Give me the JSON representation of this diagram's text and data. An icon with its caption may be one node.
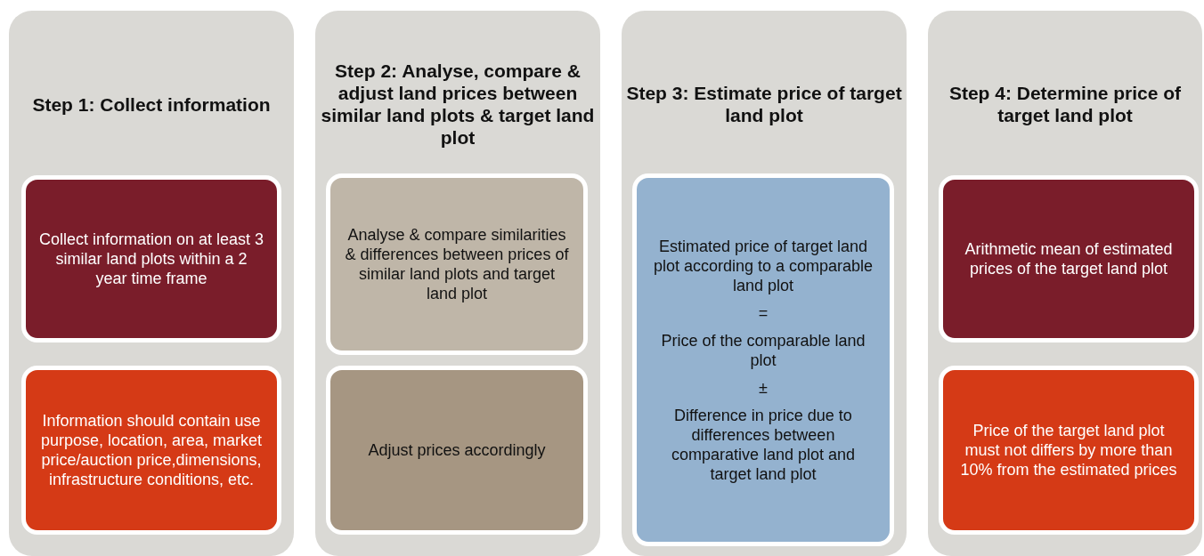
{
  "diagram": {
    "nodes": [
      {
        "text": [
          "Step 1: Collect information"
        ]
      },
      {
        "text": [
          "Collect information on at least 3 similar land plots within a 2 year time frame"
        ],
        "in": 0
      },
      {
        "text": [
          "Information should contain use purpose, location, area, market price/auction price,dimensions, infrastructure conditions, etc."
        ],
        "in": 0
      },
      {
        "text": [
          "Step 2: Analyse, compare & adjust land prices between similar land plots & target land plot"
        ]
      },
      {
        "text": [
          "Analyse & compare similarities & differences between prices of similar land plots and target land plot"
        ],
        "in": 3
      },
      {
        "text": [
          "Adjust prices accordingly"
        ],
        "in": 3
      },
      {
        "text": [
          "Step 3: Estimate price of target land plot"
        ]
      },
      {
        "text": [
          "Estimated price of target land plot according to a comparable land plot",
          "=",
          "Price of the comparable land plot",
          "±",
          "Difference in price due to differences between comparative land plot and target land plot"
        ],
        "in": 6
      },
      {
        "text": [
          "Step 4: Determine price of target land plot"
        ]
      },
      {
        "text": [
          "Arithmetic mean of estimated prices of the target land plot"
        ],
        "in": 8
      },
      {
        "text": [
          "Price of the target land plot must not differs by more than 10% from the estimated prices"
        ],
        "in": 8
      }
    ]
  }
}
